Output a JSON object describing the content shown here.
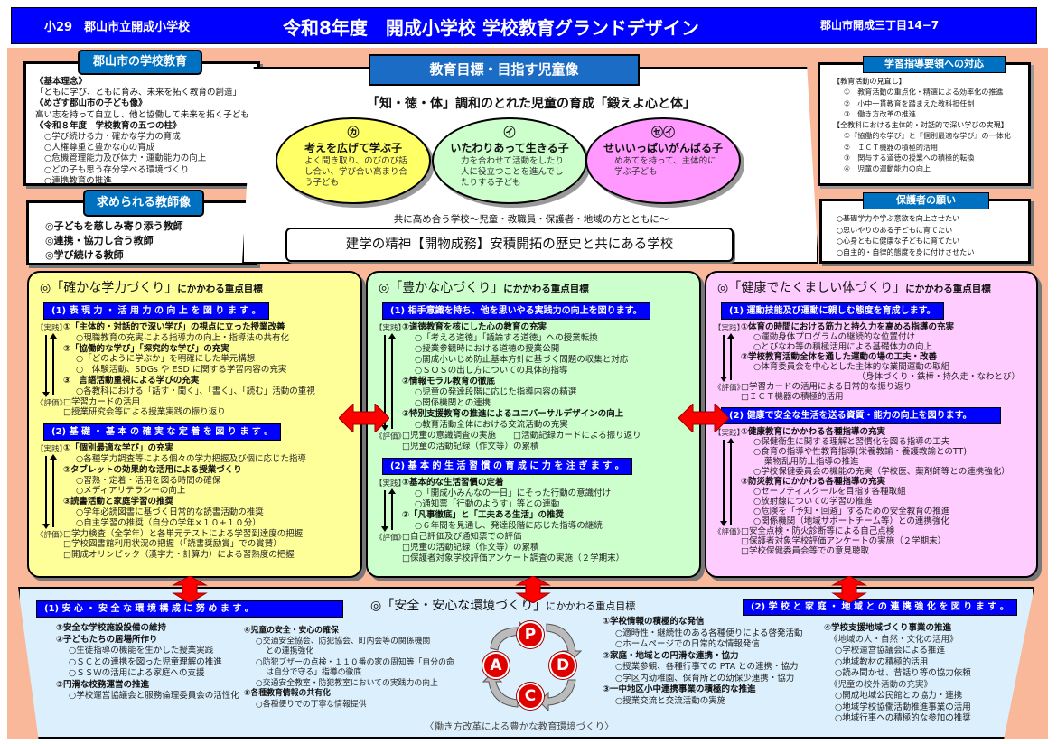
{
  "header": {
    "school_no": "小29　郡山市立開成小学校",
    "title": "令和8年度　開成小学校 学校教育グランドデザイン",
    "address": "郡山市開成三丁目14−7"
  },
  "koriyama": {
    "title": "郡山市の学校教育",
    "lines": [
      {
        "k": "head",
        "t": "《基本理念》"
      },
      {
        "k": "txt",
        "t": "「ともに学び、ともに育み、未来を拓く教育の創造」"
      },
      {
        "k": "head",
        "t": "《めざす郡山市の子ども像》"
      },
      {
        "k": "txt",
        "t": "高い志を持って自立し、他と協働して未来を拓く子ども"
      },
      {
        "k": "head",
        "t": "《令和８年度　学校教育の五つの柱》"
      },
      {
        "k": "item",
        "t": "○学び続ける力・確かな学力の育成"
      },
      {
        "k": "item",
        "t": "○人権尊重と豊かな心の育成"
      },
      {
        "k": "item",
        "t": "○危機管理能力及び体力・運動能力の向上"
      },
      {
        "k": "item",
        "t": "○どの子も思う存分学べる環境づくり"
      },
      {
        "k": "item",
        "t": "○連携教育の推進"
      }
    ]
  },
  "teacher": {
    "title": "求められる教師像",
    "lines": [
      "◎子どもを慈しみ寄り添う教師",
      "◎連携・協力し合う教師",
      "◎学び続ける教師"
    ]
  },
  "goal": {
    "title": "教育目標・目指す児童像",
    "motto": "「知・徳・体」調和のとれた児童の育成「鍛えよ心と体」",
    "ellipses": [
      {
        "mark": "㋕",
        "name": "考えを広げて学ぶ子",
        "desc": "よく聞き取り、のびのび話し合い、学び合い高まり合う子ども",
        "color": "#ffff66"
      },
      {
        "mark": "㋑",
        "name": "いたわりあって生きる子",
        "desc": "力を合わせて活動をしたり人に役立つことを進んでしたりする子ども",
        "color": "#ccffcc"
      },
      {
        "mark": "㋝㋑",
        "name": "せいいっぱいがんばる子",
        "desc": "めあてを持って、主体的に学ぶ子ども",
        "color": "#ff99ff"
      }
    ],
    "together": "共に高め合う学校〜児童・教職員・保護者・地域の方とともに〜",
    "spirit": "建学の精神【開物成務】安積開拓の歴史と共にある学校"
  },
  "guideline": {
    "title": "学習指導要領への対応",
    "lines": [
      {
        "k": "txt",
        "t": "【教育活動の見直し】"
      },
      {
        "k": "item",
        "t": "①　教育活動の重点化・精選による効率化の推進"
      },
      {
        "k": "item",
        "t": "②　小中一貫教育を踏まえた教科担任制"
      },
      {
        "k": "item",
        "t": "③　働き方改革の推進"
      },
      {
        "k": "txt",
        "t": "【全教科における主体的・対話的で深い学びの実現】"
      },
      {
        "k": "item",
        "t": "①『協働的な学び』と『個別最適な学び』の一体化"
      },
      {
        "k": "item",
        "t": "②　ＩＣＴ機器の積極的活用"
      },
      {
        "k": "item",
        "t": "③　関与する道徳の授業への積極的転換"
      },
      {
        "k": "item",
        "t": "④　児童の運動能力の向上"
      }
    ]
  },
  "parents": {
    "title": "保護者の願い",
    "lines": [
      "○基礎学力や学ぶ意欲を向上させたい",
      "○思いやりのある子どもに育てたい",
      "○心身ともに健康な子どもに育てたい",
      "○自主的・自律的態度を身に付けさせたい"
    ]
  },
  "labels": {
    "practice": "【実践】",
    "eval": "《評価》",
    "suffix": "にかかわる重点目標"
  },
  "panels": [
    {
      "title": "◎「確かな学力づくり」",
      "color": "#ffff99",
      "sections": [
        {
          "bar": "(1) 表 現 力 ・ 活 用 力 の 向 上 を 図 り ま す 。",
          "practice": [
            {
              "k": "head",
              "t": "①「主体的・対話的で深い学び」の視点に立った授業改善"
            },
            {
              "k": "item",
              "t": "○現職教育の充実による指導力の向上・指導法の共有化"
            },
            {
              "k": "head",
              "t": "②「協働的な学び」「探究的な学び」の充実"
            },
            {
              "k": "item",
              "t": "○「どのように学ぶか」を明確にした単元構想"
            },
            {
              "k": "item",
              "t": "○　体験活動、SDGs や ESD に関する学習内容の充実"
            },
            {
              "k": "head",
              "t": "③　言語活動重視による学びの充実"
            },
            {
              "k": "item",
              "t": "○各教科における「話す・聞く」、「書く」、「読む」活動の重視"
            }
          ],
          "eval": [
            "□学習カードの活用",
            "□授業研究会等による授業実践の振り返り"
          ]
        },
        {
          "bar": "(2) 基 礎 ・ 基 本 の 確 実 な 定 着 を 図 り ま す 。",
          "practice": [
            {
              "k": "head",
              "t": "①「個別最適な学び」の充実"
            },
            {
              "k": "item",
              "t": "○各種学力調査等による個々の学力把握及び個に応じた指導"
            },
            {
              "k": "head",
              "t": "②タブレットの効果的な活用による授業づくり"
            },
            {
              "k": "item",
              "t": "○習熟・定着・活用を図る時間の確保"
            },
            {
              "k": "item",
              "t": "○メディアリテラシーの向上"
            },
            {
              "k": "head",
              "t": "③読書活動と家庭学習の推奨"
            },
            {
              "k": "item",
              "t": "○学年必読図書に基づく日常的な読書活動の推奨"
            },
            {
              "k": "item",
              "t": "○自主学習の推奨（自分の学年×１０+１０分）"
            }
          ],
          "eval": [
            "□学力検査（全学年）と各単元テストによる学習到達度の把握",
            "□学校図書館利用状況の把握（「読書奨励賞」での賞賛）",
            "□開成オリンピック（漢字力・計算力）による習熟度の把握"
          ]
        }
      ]
    },
    {
      "title": "◎「豊かな心づくり」",
      "color": "#ccffcc",
      "sections": [
        {
          "bar": "(1) 相手意識を持ち、他を思いやる実践力の向上を図ります。",
          "practice": [
            {
              "k": "head",
              "t": "①道徳教育を核にした心の教育の充実"
            },
            {
              "k": "item",
              "t": "○「考える道徳」「議論する道徳」への授業転換"
            },
            {
              "k": "item",
              "t": "○授業参観時における道徳の授業公開"
            },
            {
              "k": "item",
              "t": "○開成小いじめ防止基本方針に基づく問題の収集と対応"
            },
            {
              "k": "item",
              "t": "○ＳＯＳの出し方についての具体的指導"
            },
            {
              "k": "head",
              "t": "②情報モラル教育の徹底"
            },
            {
              "k": "item",
              "t": "○児童の発達段階に応じた指導内容の精選"
            },
            {
              "k": "item",
              "t": "○関係機関との連携"
            },
            {
              "k": "head",
              "t": "③特別支援教育の推進によるユニバーサルデザインの向上"
            },
            {
              "k": "item",
              "t": "○教育活動全体における交流活動の充実"
            }
          ],
          "eval": [
            "□児童の意識調査の実施　　□活動記録カードによる振り返り",
            "□児童の活動記録（作文等）の累積"
          ]
        },
        {
          "bar": "(2) 基 本 的 生 活 習 慣 の 育 成 に 力 を 注 ぎ ま す 。",
          "practice": [
            {
              "k": "head",
              "t": "①基本的な生活習慣の定着"
            },
            {
              "k": "item",
              "t": "○「開成小みんなの一日」にそった行動の意識付け"
            },
            {
              "k": "item",
              "t": "○通知票「行動のようす」等との連動"
            },
            {
              "k": "head",
              "t": "②「凡事徹底」と「工夫ある生活」の推奨"
            },
            {
              "k": "item",
              "t": "○６年間を見通し、発達段階に応じた指導の継続"
            }
          ],
          "eval": [
            "□自己評価及び通知票での評価",
            "□児童の活動記録（作文等）の累積",
            "□保護者対象学校評価アンケート調査の実施（２学期末）"
          ]
        }
      ]
    },
    {
      "title": "◎「健康でたくましい体づくり」",
      "color": "#ffccff",
      "sections": [
        {
          "bar": "(1) 運動技能及び運動に親しむ態度を育成します。",
          "practice": [
            {
              "k": "head",
              "t": "①体育の時間における筋力と持久力を高める指導の充実"
            },
            {
              "k": "item",
              "t": "○運動身体プログラムの継続的な位置付け"
            },
            {
              "k": "item",
              "t": "○とびなわ等の積極活用による基礎体力の向上"
            },
            {
              "k": "head",
              "t": "②学校教育活動全体を通した運動の場の工夫・改善"
            },
            {
              "k": "item",
              "t": "○体育委員会を中心とした主体的な業間運動の取組"
            },
            {
              "k": "note",
              "t": "（身体づくり・鉄棒・持久走・なわとび）"
            }
          ],
          "eval": [
            "□学習カードの活用による日常的な振り返り",
            "□ＩＣＴ機器の積極的活用"
          ]
        },
        {
          "bar": "(2) 健康で安全な生活を送る資質・能力の向上を図ります。",
          "practice": [
            {
              "k": "head",
              "t": "①健康教育にかかわる各種指導の充実"
            },
            {
              "k": "item",
              "t": "○保健衛生に関する理解と習慣化を図る指導の工夫"
            },
            {
              "k": "item",
              "t": "○食育の指導や性教育指導(栄養教諭・養護教諭とのTT)"
            },
            {
              "k": "cont",
              "t": "薬物乱用防止指導の推進"
            },
            {
              "k": "item",
              "t": "○学校保健委員会の機能の充実（学校医、薬剤師等との連携強化）"
            },
            {
              "k": "head",
              "t": "②防災教育にかかわる各種指導の充実"
            },
            {
              "k": "item",
              "t": "○セーフティスクールを目指す各種取組"
            },
            {
              "k": "item",
              "t": "○放射線についての学習の推進"
            },
            {
              "k": "item",
              "t": "○危険を「予知・回避」するための安全教育の推進"
            },
            {
              "k": "item",
              "t": "○関係機関（地域サポートチーム等）との連携強化"
            }
          ],
          "eval": [
            "□安全点検・防火診断等による自己点検",
            "□保護者対象学校評価アンケートの実施（２学期末）",
            "□学校保健委員会等での意見聴取"
          ]
        }
      ]
    }
  ],
  "safety": {
    "title": "◎「安全・安心な環境づくり」",
    "bar1": "(1) 安 心 ・ 安 全 な 環 境 構 成 に 努 め ま す 。",
    "bar2": "(2) 学 校 と 家 庭 ・ 地 域 と の 連 携 強 化 を 図 り ま す 。",
    "pdca": [
      "P",
      "D",
      "C",
      "A"
    ],
    "footer": "〈働き方改革による豊かな教育環境づくり〉",
    "col1": [
      {
        "k": "head",
        "t": "①安全な学校施設設備の維持"
      },
      {
        "k": "head",
        "t": "②子どもたちの居場所作り"
      },
      {
        "k": "item",
        "t": "○生徒指導の機能を生かした授業実践"
      },
      {
        "k": "item",
        "t": "○ＳＣとの連携を図った児童理解の推進"
      },
      {
        "k": "item",
        "t": "○ＳＳＷの活用による家庭への支援"
      },
      {
        "k": "head",
        "t": "③円滑な校務運営の推進"
      },
      {
        "k": "item",
        "t": "○学校運営協議会と服務倫理委員会の活性化"
      }
    ],
    "col2": [
      {
        "k": "head",
        "t": "④児童の安全・安心の確保"
      },
      {
        "k": "item",
        "t": "○交通安全協会、防犯協会、町内会等の関係機関"
      },
      {
        "k": "cont",
        "t": "との連携強化"
      },
      {
        "k": "item",
        "t": "○防犯ブザーの点検・１１０番の家の周知等「自分の命"
      },
      {
        "k": "cont",
        "t": "は自分で守る」指導の徹底"
      },
      {
        "k": "item",
        "t": "○交通安全教室・防犯教室においての実践力の向上"
      },
      {
        "k": "head",
        "t": "⑤各種教育情報の共有化"
      },
      {
        "k": "item",
        "t": "○各種便りでの丁寧な情報提供"
      }
    ],
    "col3": [
      {
        "k": "head",
        "t": "①学校情報の積極的な発信"
      },
      {
        "k": "item",
        "t": "○適時性・継続性のある各種便りによる啓発活動"
      },
      {
        "k": "item",
        "t": "○ホームページでの日常的な情報発信"
      },
      {
        "k": "head",
        "t": "②家庭・地域との円滑な連携・協力"
      },
      {
        "k": "item",
        "t": "○授業参観、各種行事での PTA との連携・協力"
      },
      {
        "k": "item",
        "t": "○学区内幼稚園、保育所との幼保少連携・協力"
      },
      {
        "k": "head",
        "t": "③一中地区小中連携事業の積極的な推進"
      },
      {
        "k": "item",
        "t": "○授業交流と交流活動の実施"
      }
    ],
    "col4": [
      {
        "k": "head",
        "t": "④学校支援地域づくり事業の推進"
      },
      {
        "k": "txt",
        "t": "《地域の人・自然・文化の活用》"
      },
      {
        "k": "item",
        "t": "○学校運営協議会による推進"
      },
      {
        "k": "item",
        "t": "○地域教材の積極的活用"
      },
      {
        "k": "item",
        "t": "○読み聞かせ、昔話り等の協力依頼"
      },
      {
        "k": "txt",
        "t": "《児童の校外活動の充実》"
      },
      {
        "k": "item",
        "t": "○開成地域公民館との協力・連携"
      },
      {
        "k": "item",
        "t": "○地域学校協働活動推進事業の活用"
      },
      {
        "k": "item",
        "t": "○地域行事への積極的な参加の推奨"
      }
    ]
  }
}
